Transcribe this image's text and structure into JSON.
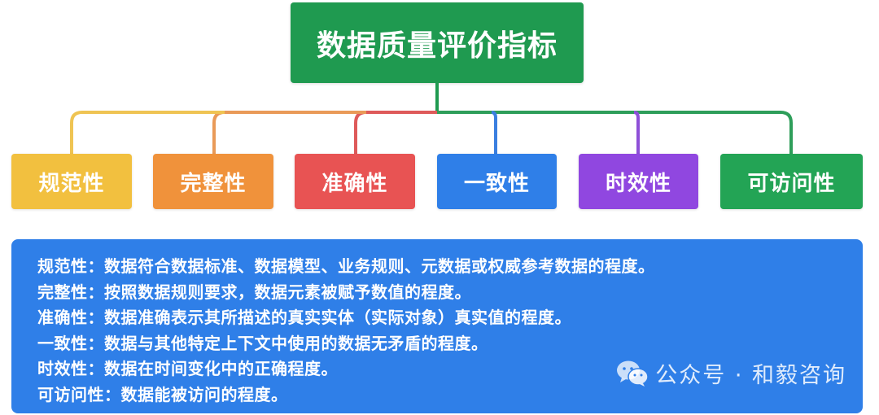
{
  "root": {
    "title": "数据质量评价指标",
    "color": "#1f9a50"
  },
  "children": [
    {
      "label": "规范性",
      "color": "#f2c03f",
      "line_color": "#efc453"
    },
    {
      "label": "完整性",
      "color": "#f0923b",
      "line_color": "#e99a58"
    },
    {
      "label": "准确性",
      "color": "#e85353",
      "line_color": "#de5a5a"
    },
    {
      "label": "一致性",
      "color": "#2f7fe8",
      "line_color": "#3a7fe0"
    },
    {
      "label": "时效性",
      "color": "#9047e0",
      "line_color": "#8e4fd8"
    },
    {
      "label": "可访问性",
      "color": "#23a455",
      "line_color": "#2e9e5a"
    }
  ],
  "descriptions": [
    {
      "term": "规范性",
      "text": "规范性：数据符合数据标准、数据模型、业务规则、元数据或权威参考数据的程度。"
    },
    {
      "term": "完整性",
      "text": "完整性：按照数据规则要求，数据元素被赋予数值的程度。"
    },
    {
      "term": "准确性",
      "text": "准确性：数据准确表示其所描述的真实实体（实际对象）真实值的程度。"
    },
    {
      "term": "一致性",
      "text": "一致性：数据与其他特定上下文中使用的数据无矛盾的程度。"
    },
    {
      "term": "时效性",
      "text": "时效性：数据在时间变化中的正确程度。"
    },
    {
      "term": "可访问性",
      "text": "可访问性：数据能被访问的程度。"
    }
  ],
  "panel": {
    "color": "#2f7fe8"
  },
  "watermark": {
    "icon": "wechat-icon",
    "text": "公众号 · 和毅咨询"
  }
}
